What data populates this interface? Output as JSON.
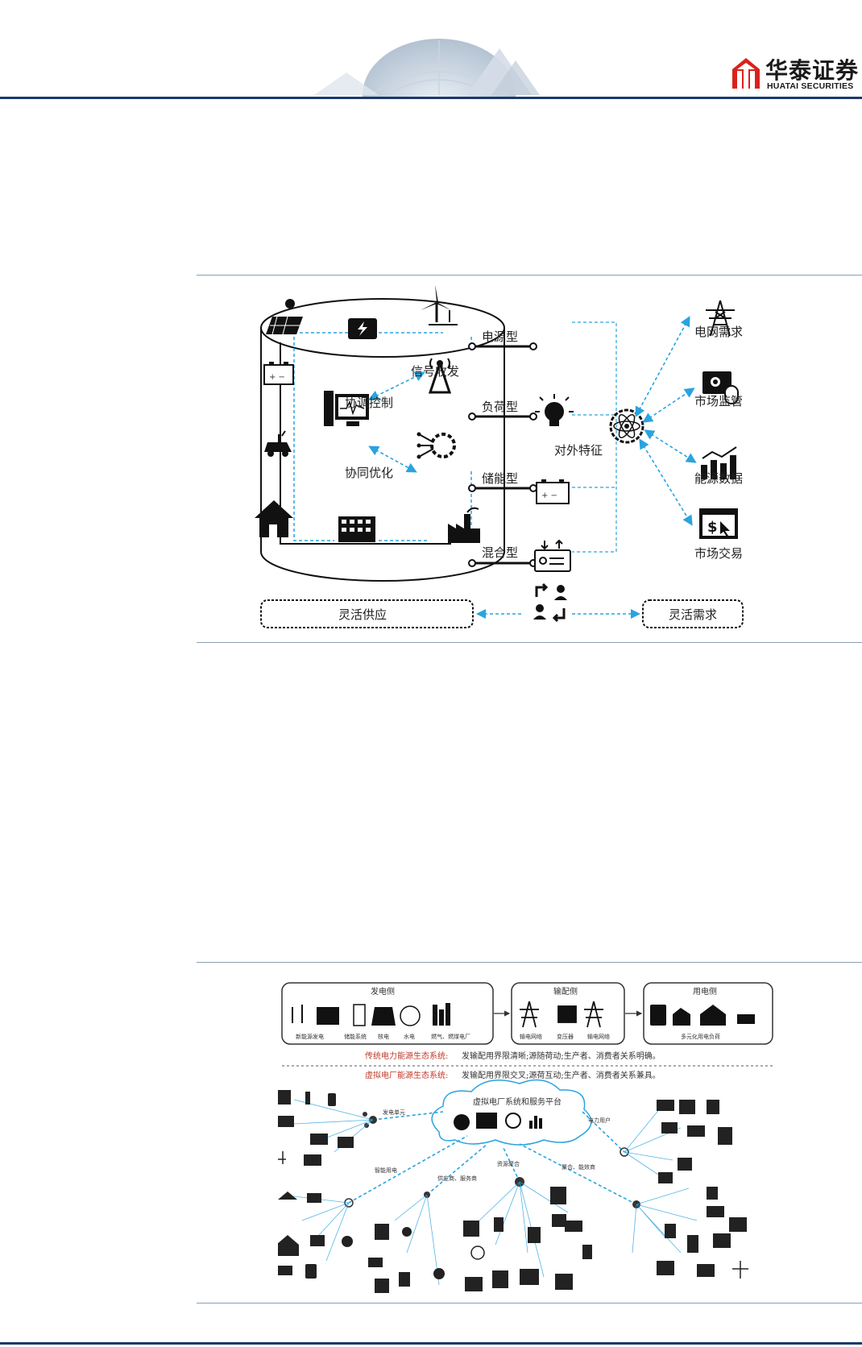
{
  "header": {
    "brand_cn": "华泰证券",
    "brand_en": "HUATAI SECURITIES"
  },
  "figure1": {
    "cylinder_labels": {
      "signal": "信号收发",
      "coord_control": "协调控制",
      "coop_opt": "协同优化"
    },
    "vpp_types": [
      "电源型",
      "负荷型",
      "储能型",
      "混合型"
    ],
    "external_feature": "对外特征",
    "outputs": [
      "电网需求",
      "市场监管",
      "能源数据",
      "市场交易"
    ],
    "flex_supply": "灵活供应",
    "flex_demand": "灵活需求"
  },
  "figure2": {
    "gen_side": "发电侧",
    "gen_items": [
      "新能源发电",
      "储能系统",
      "核电",
      "水电",
      "燃气、燃煤电厂"
    ],
    "trans_side": "输配侧",
    "trans_items": [
      "输电网络",
      "变压器",
      "输电网络"
    ],
    "use_side": "用电侧",
    "use_items": [
      "多元化用电负荷"
    ],
    "traditional_label": "传统电力能源生态系统:",
    "traditional_text": "发输配用界限清晰;源随荷动;生产者、消费者关系明确。",
    "vpp_label": "虚拟电厂能源生态系统:",
    "vpp_text": "发输配用界限交叉;源荷互动;生产者、消费者关系兼具。",
    "platform": "虚拟电厂系统和服务平台",
    "links": [
      "发电单元",
      "电力用户",
      "智能用电",
      "供应商、服务商",
      "资源聚合",
      "聚合、能效商"
    ]
  }
}
